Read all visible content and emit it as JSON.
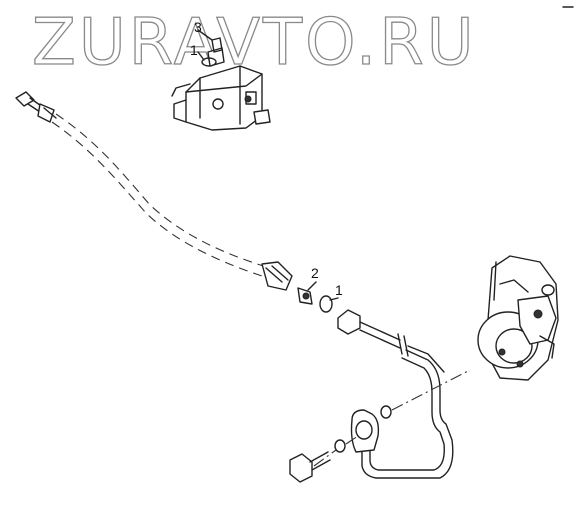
{
  "watermark": {
    "text": "ZURAVTO.RU"
  },
  "callouts": {
    "top_3": "3",
    "top_1": "1",
    "mid_2": "2",
    "mid_1": "1"
  }
}
